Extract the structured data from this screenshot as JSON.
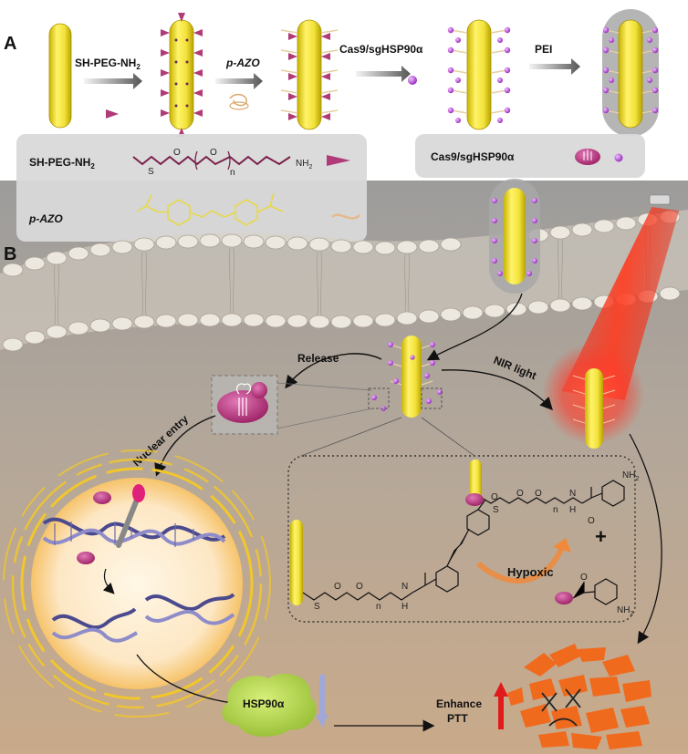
{
  "panel_a": {
    "letter": "A",
    "step1_label": "SH-PEG-NH",
    "step1_sub": "2",
    "step2_label": "p-AZO",
    "step3_label": "Cas9/sgHSP90α",
    "step4_label": "PEI",
    "legend": {
      "peg_label": "SH-PEG-NH",
      "peg_sub": "2",
      "azo_label": "p-AZO",
      "cas_label": "Cas9/sgHSP90α",
      "peg_s": "S",
      "peg_o1": "O",
      "peg_o2": "O",
      "peg_n": "n",
      "peg_nh2": "NH",
      "peg_nh2_sub": "2"
    }
  },
  "panel_b": {
    "letter": "B",
    "release_label": "Release",
    "nir_label": "NIR light",
    "nuclear_label": "Nuclear entry",
    "hypoxic_label": "Hypoxic",
    "hsp_label": "HSP90α",
    "enhance_label": "Enhance",
    "ptt_label": "PTT",
    "plus_sign": "+",
    "chem_s": "S",
    "chem_o": "O",
    "chem_n": "n",
    "chem_nh": "N",
    "chem_h": "H",
    "chem_nh2": "NH",
    "chem_nh2_sub": "2"
  },
  "colors": {
    "gold": "#f2e23a",
    "purple": "#b04fd0",
    "magenta": "#c0397a",
    "membrane": "#e8e2d8",
    "background_top": "#9c9c9c",
    "background_bottom": "#c9aa8a",
    "red_laser": "#e8311c",
    "hsp_green": "#b7d84a",
    "orange": "#f06a1e"
  }
}
